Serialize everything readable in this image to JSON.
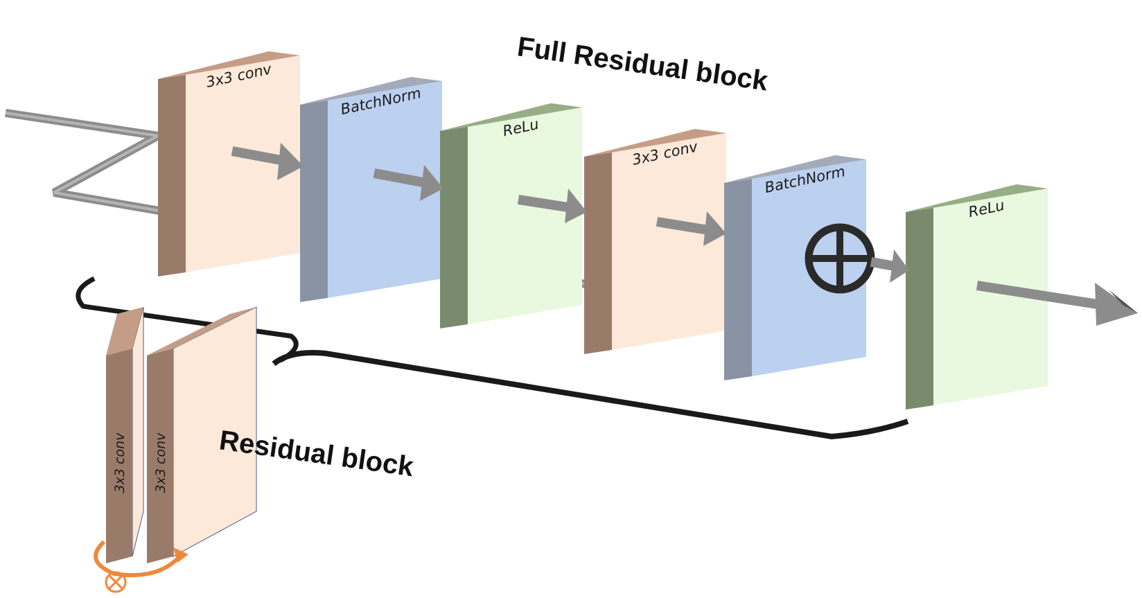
{
  "diagram": {
    "full_title": "Full Residual block",
    "residual_title": "Residual block",
    "blocks": [
      {
        "label": "3x3 conv",
        "kind": "conv"
      },
      {
        "label": "BatchNorm",
        "kind": "bn"
      },
      {
        "label": "ReLu",
        "kind": "relu"
      },
      {
        "label": "3x3 conv",
        "kind": "conv"
      },
      {
        "label": "BatchNorm",
        "kind": "bn"
      },
      {
        "label": "ReLu",
        "kind": "relu"
      }
    ],
    "residual_blocks": [
      {
        "label": "3x3 conv"
      },
      {
        "label": "3x3 conv"
      }
    ],
    "colors": {
      "conv_face": "#fde9d9",
      "conv_side": "#9a7b6a",
      "conv_top": "#c59d87",
      "bn_face": "#bcd0ef",
      "bn_side": "#8a93a3",
      "bn_top": "#a3abbb",
      "relu_face": "#e9f9df",
      "relu_side": "#7a8a6c",
      "relu_top": "#97ad86",
      "arrow": "#8c8c8c",
      "arrow_dark": "#555555",
      "brace": "#1a1a1a",
      "add_node": "#2a2a2a",
      "skip_add": "#f0883a"
    }
  }
}
